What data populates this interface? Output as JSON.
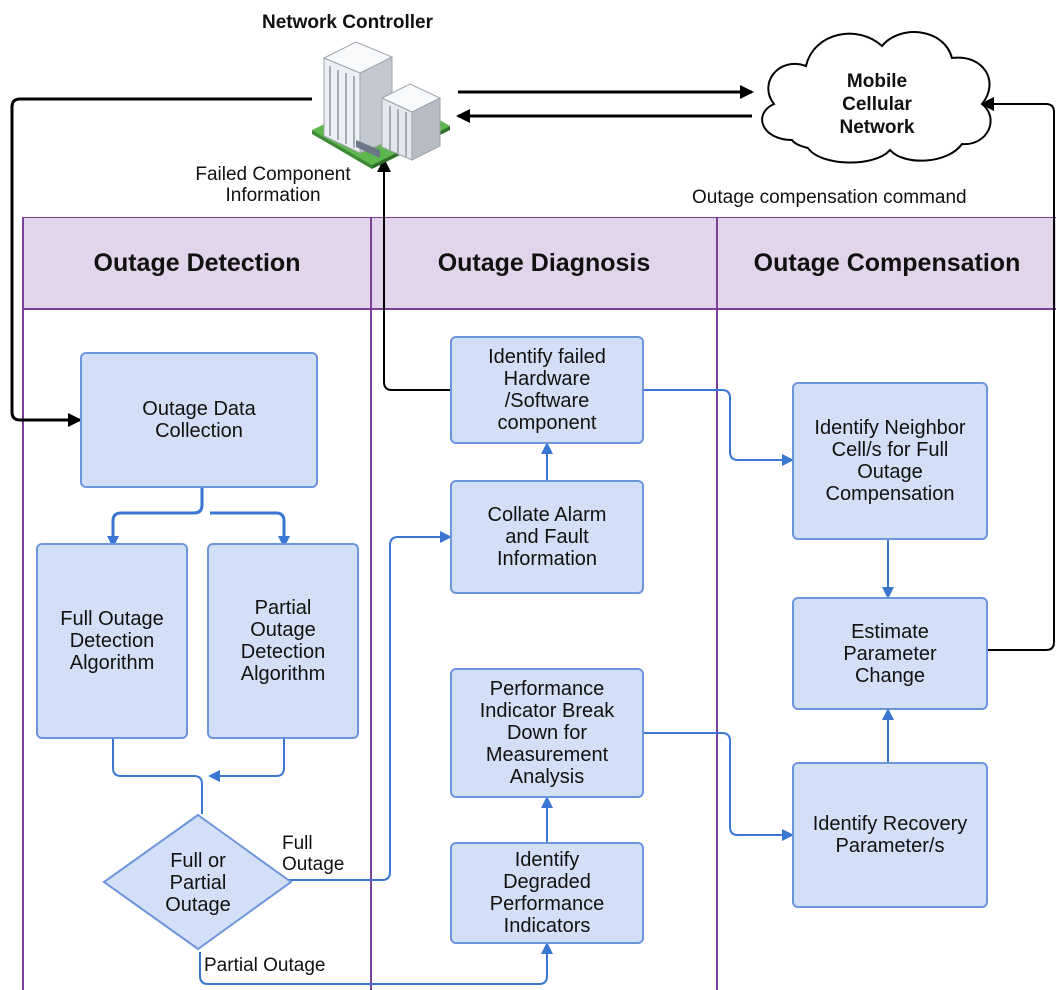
{
  "controller": {
    "title": "Network Controller"
  },
  "cloud": {
    "label": "Mobile\nCellular\nNetwork"
  },
  "labels": {
    "failed_component": "Failed Component\nInformation",
    "compensation_command": "Outage compensation command",
    "full_outage": "Full\nOutage",
    "partial_outage": "Partial Outage"
  },
  "lanes": [
    {
      "title": "Outage Detection"
    },
    {
      "title": "Outage Diagnosis"
    },
    {
      "title": "Outage Compensation"
    }
  ],
  "nodes": {
    "data_collection": "Outage Data\nCollection",
    "full_detection": "Full Outage\nDetection\nAlgorithm",
    "partial_detection": "Partial\nOutage\nDetection\nAlgorithm",
    "decision": "Full or\nPartial\nOutage",
    "identify_failed": "Identify failed\nHardware\n/Software\ncomponent",
    "collate_alarm": "Collate Alarm\nand Fault\nInformation",
    "pi_breakdown": "Performance\nIndicator Break\nDown for\nMeasurement\nAnalysis",
    "degraded_pi": "Identify\nDegraded\nPerformance\nIndicators",
    "neighbor_cells": "Identify Neighbor\nCell/s for Full\nOutage\nCompensation",
    "estimate_param": "Estimate\nParameter\nChange",
    "recovery_param": "Identify Recovery\nParameter/s"
  },
  "colors": {
    "box_fill": "#d3dff6",
    "box_border": "#6d95dc",
    "lane_header": "#e2d4ea",
    "lane_border": "#7b3f98",
    "flow_arrow": "#3a76d2"
  }
}
